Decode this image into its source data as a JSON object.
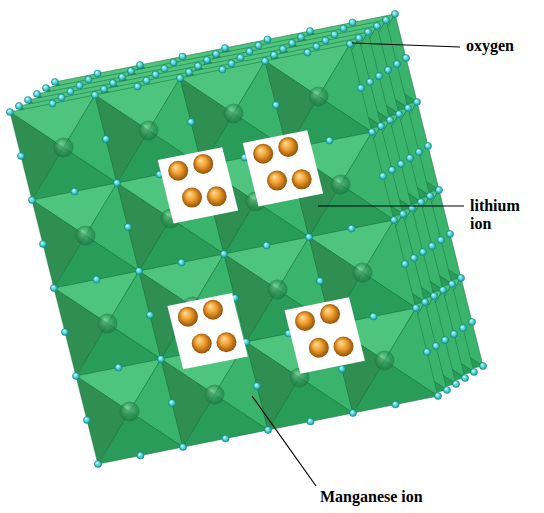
{
  "diagram": {
    "labels": [
      "oxygen",
      "lithium ion",
      "Manganese ion"
    ]
  }
}
